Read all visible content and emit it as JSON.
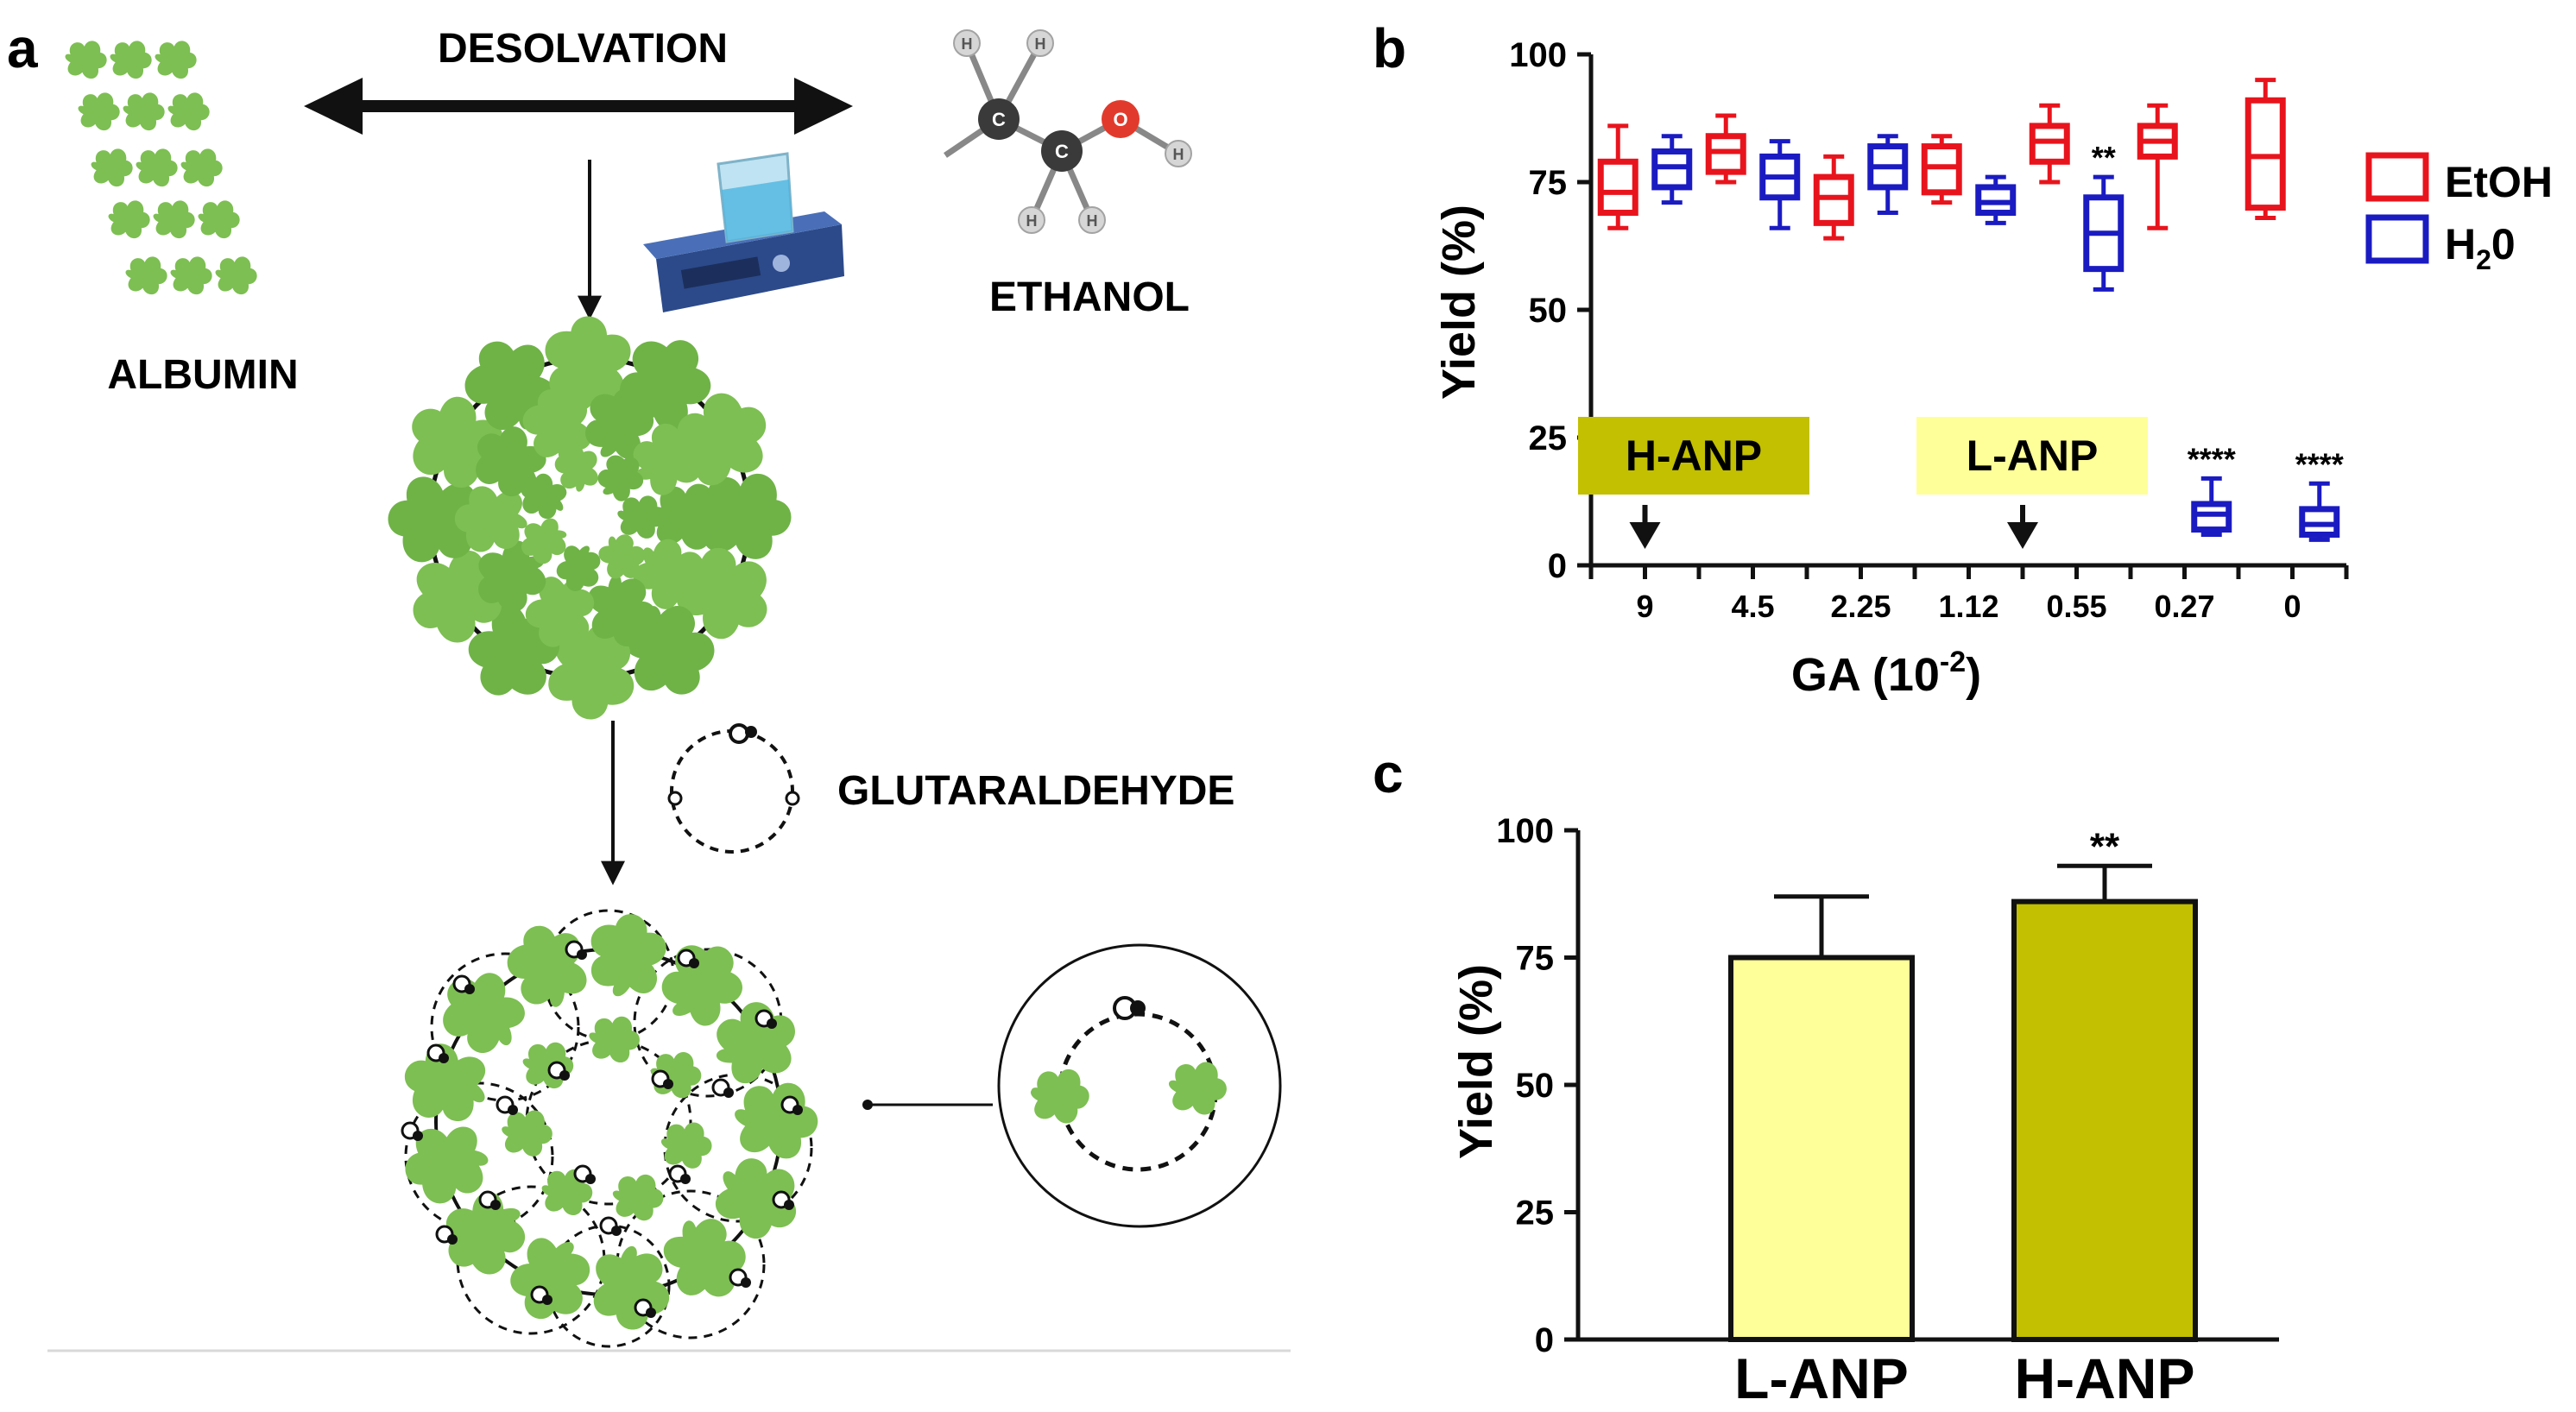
{
  "panel_labels": {
    "a": "a",
    "b": "b",
    "c": "c"
  },
  "schematic": {
    "desolvation": "DESOLVATION",
    "albumin": "ALBUMIN",
    "ethanol": "ETHANOL",
    "glutaraldehyde": "GLUTARALDEHYDE",
    "atoms": {
      "c": "C",
      "o": "O",
      "h": "H"
    }
  },
  "colors": {
    "etoh": "#e8141d",
    "h2o": "#1b1bc2",
    "l_anp": "#ffff99",
    "h_anp": "#c2c000",
    "protein": "#7dbf52",
    "protein_dark": "#5d9a3b"
  },
  "chart_data": [
    {
      "type": "box",
      "panel": "b",
      "ylabel": "Yield (%)",
      "xlabel": "GA (10",
      "xlabel_sup": "-2",
      "xlabel_end": ")",
      "ylim": [
        0,
        100
      ],
      "yticks": [
        "0",
        "25",
        "50",
        "75",
        "100"
      ],
      "categories": [
        "9",
        "4.5",
        "2.25",
        "1.12",
        "0.55",
        "0.27",
        "0"
      ],
      "legend_position": "right",
      "series": [
        {
          "name": "EtOH",
          "boxes": [
            {
              "min": 66,
              "q1": 69,
              "median": 73,
              "q3": 79,
              "max": 86,
              "sig": ""
            },
            {
              "min": 75,
              "q1": 77,
              "median": 81,
              "q3": 84,
              "max": 88,
              "sig": ""
            },
            {
              "min": 64,
              "q1": 67,
              "median": 72,
              "q3": 76,
              "max": 80,
              "sig": ""
            },
            {
              "min": 71,
              "q1": 73,
              "median": 78,
              "q3": 82,
              "max": 84,
              "sig": ""
            },
            {
              "min": 75,
              "q1": 79,
              "median": 83,
              "q3": 86,
              "max": 90,
              "sig": ""
            },
            {
              "min": 66,
              "q1": 80,
              "median": 83,
              "q3": 86,
              "max": 90,
              "sig": ""
            },
            {
              "min": 68,
              "q1": 70,
              "median": 80,
              "q3": 91,
              "max": 95,
              "sig": ""
            }
          ]
        },
        {
          "name": "H",
          "name_sub": "2",
          "name_end": "0",
          "boxes": [
            {
              "min": 71,
              "q1": 74,
              "median": 78,
              "q3": 81,
              "max": 84,
              "sig": ""
            },
            {
              "min": 66,
              "q1": 72,
              "median": 76,
              "q3": 80,
              "max": 83,
              "sig": ""
            },
            {
              "min": 69,
              "q1": 74,
              "median": 78,
              "q3": 82,
              "max": 84,
              "sig": ""
            },
            {
              "min": 67,
              "q1": 69,
              "median": 71,
              "q3": 74,
              "max": 76,
              "sig": ""
            },
            {
              "min": 54,
              "q1": 58,
              "median": 65,
              "q3": 72,
              "max": 76,
              "sig": "**"
            },
            {
              "min": 6,
              "q1": 7,
              "median": 10,
              "q3": 12,
              "max": 17,
              "sig": "****"
            },
            {
              "min": 5,
              "q1": 6,
              "median": 8,
              "q3": 11,
              "max": 16,
              "sig": "****"
            }
          ]
        }
      ],
      "annotations": [
        {
          "label": "H-ANP",
          "category_index": 0,
          "color": "#c2c000"
        },
        {
          "label": "L-ANP",
          "category_index": 3,
          "color": "#ffff99"
        }
      ]
    },
    {
      "type": "bar",
      "panel": "c",
      "ylabel": "Yield (%)",
      "ylim": [
        0,
        100
      ],
      "yticks": [
        "0",
        "25",
        "50",
        "75",
        "100"
      ],
      "categories": [
        "L-ANP",
        "H-ANP"
      ],
      "values": [
        75,
        86
      ],
      "errors": [
        12,
        7
      ],
      "significance": [
        "",
        "**"
      ],
      "colors": [
        "#ffff99",
        "#c2c000"
      ]
    }
  ]
}
